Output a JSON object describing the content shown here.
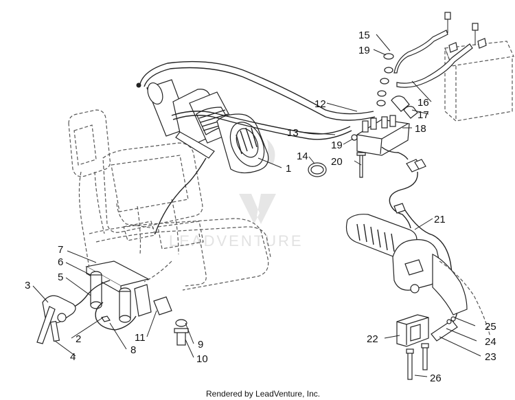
{
  "footer": "Rendered by LeadVenture, Inc.",
  "watermark": "LEADVENTURE",
  "callouts": [
    {
      "id": "c1",
      "text": "1"
    },
    {
      "id": "c2",
      "text": "2"
    },
    {
      "id": "c3",
      "text": "3"
    },
    {
      "id": "c4",
      "text": "4"
    },
    {
      "id": "c5",
      "text": "5"
    },
    {
      "id": "c6",
      "text": "6"
    },
    {
      "id": "c7",
      "text": "7"
    },
    {
      "id": "c8",
      "text": "8"
    },
    {
      "id": "c9",
      "text": "9"
    },
    {
      "id": "c10",
      "text": "10"
    },
    {
      "id": "c11",
      "text": "11"
    },
    {
      "id": "c12",
      "text": "12"
    },
    {
      "id": "c13",
      "text": "13"
    },
    {
      "id": "c14",
      "text": "14"
    },
    {
      "id": "c15",
      "text": "15"
    },
    {
      "id": "c16",
      "text": "16"
    },
    {
      "id": "c17",
      "text": "17"
    },
    {
      "id": "c18",
      "text": "18"
    },
    {
      "id": "c19a",
      "text": "19"
    },
    {
      "id": "c19b",
      "text": "19"
    },
    {
      "id": "c20",
      "text": "20"
    },
    {
      "id": "c21",
      "text": "21"
    },
    {
      "id": "c22",
      "text": "22"
    },
    {
      "id": "c23",
      "text": "23"
    },
    {
      "id": "c24",
      "text": "24"
    },
    {
      "id": "c25",
      "text": "25"
    },
    {
      "id": "c26",
      "text": "26"
    }
  ]
}
